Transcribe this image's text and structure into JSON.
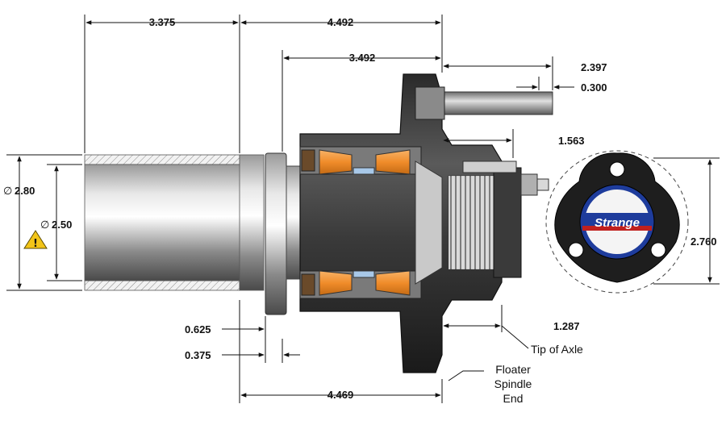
{
  "dimensions": {
    "top_left": "3.375",
    "top_mid": "4.492",
    "hub_length": "3.492",
    "stud_length": "2.397",
    "stud_offset": "0.300",
    "spindle_extension": "1.563",
    "diameter_outer": "2.80",
    "diameter_inner": "2.50",
    "bolt_circle": "2.760",
    "flange_thickness": "0.625",
    "flange_gap": "0.375",
    "tip_offset": "1.287",
    "bottom_length": "4.469"
  },
  "diameter_symbol": "∅",
  "labels": {
    "tip_of_axle": "Tip of Axle",
    "floater_line1": "Floater",
    "floater_line2": "Spindle",
    "floater_line3": "End"
  },
  "cap_logo": {
    "text": "Strange"
  },
  "colors": {
    "bearing": "#f08c2a",
    "logo_blue": "#1e3c9c",
    "logo_red": "#c0201e",
    "warning_yellow": "#f2c418"
  },
  "icons": [
    "warning-icon"
  ]
}
